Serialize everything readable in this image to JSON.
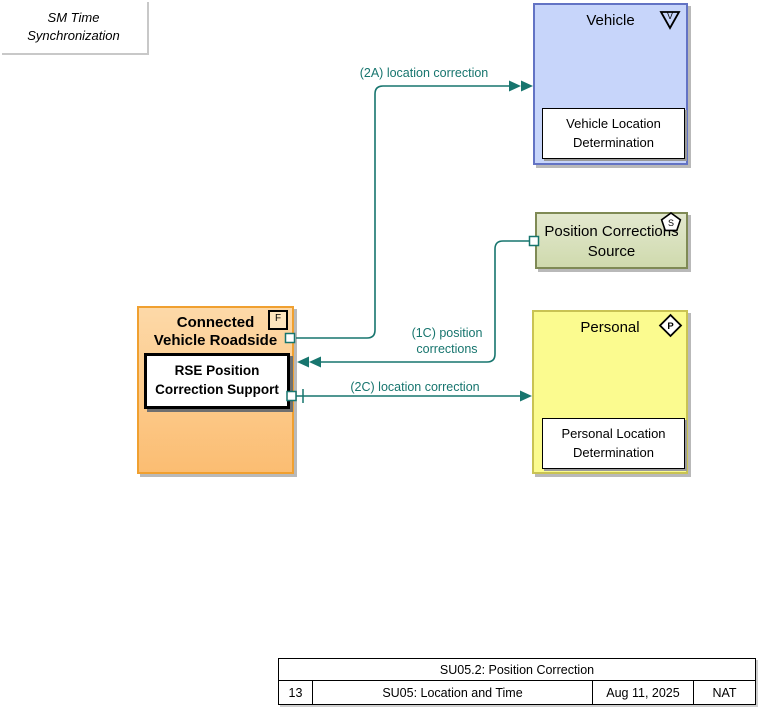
{
  "note": {
    "text": "SM Time Synchronization"
  },
  "elements": {
    "vehicle": {
      "title": "Vehicle",
      "icon_letter": "V",
      "object": "Vehicle Location Determination"
    },
    "pcs": {
      "title": "Position Corrections Source",
      "icon_letter": "S"
    },
    "personal": {
      "title": "Personal",
      "icon_letter": "P",
      "object": "Personal Location Determination"
    },
    "cvr": {
      "title": "Connected Vehicle Roadside",
      "icon_letter": "F",
      "object": "RSE Position Correction Support"
    }
  },
  "flows": {
    "flow_2a": {
      "label": "(2A) location correction",
      "from": "Connected Vehicle Roadside",
      "to": "Vehicle"
    },
    "flow_1c": {
      "label": "(1C) position corrections",
      "from": "Position Corrections Source",
      "to": "Connected Vehicle Roadside"
    },
    "flow_2c": {
      "label": "(2C) location correction",
      "from": "Connected Vehicle Roadside",
      "to": "Personal"
    }
  },
  "title_block": {
    "diagram_title": "SU05.2: Position Correction",
    "sheet_number": "13",
    "service_package": "SU05: Location and Time",
    "date": "Aug 11, 2025",
    "region": "NAT"
  },
  "colors": {
    "flow_teal": "#17756e",
    "vehicle_fill": "#c7d5fa",
    "vehicle_border": "#6373c4",
    "pcs_fill": "#d9e1bd",
    "pcs_border": "#7f8a55",
    "personal_fill": "#fbfb8f",
    "personal_border": "#c9c353",
    "cvr_fill": "#fccb8d",
    "cvr_border": "#f0a030"
  }
}
